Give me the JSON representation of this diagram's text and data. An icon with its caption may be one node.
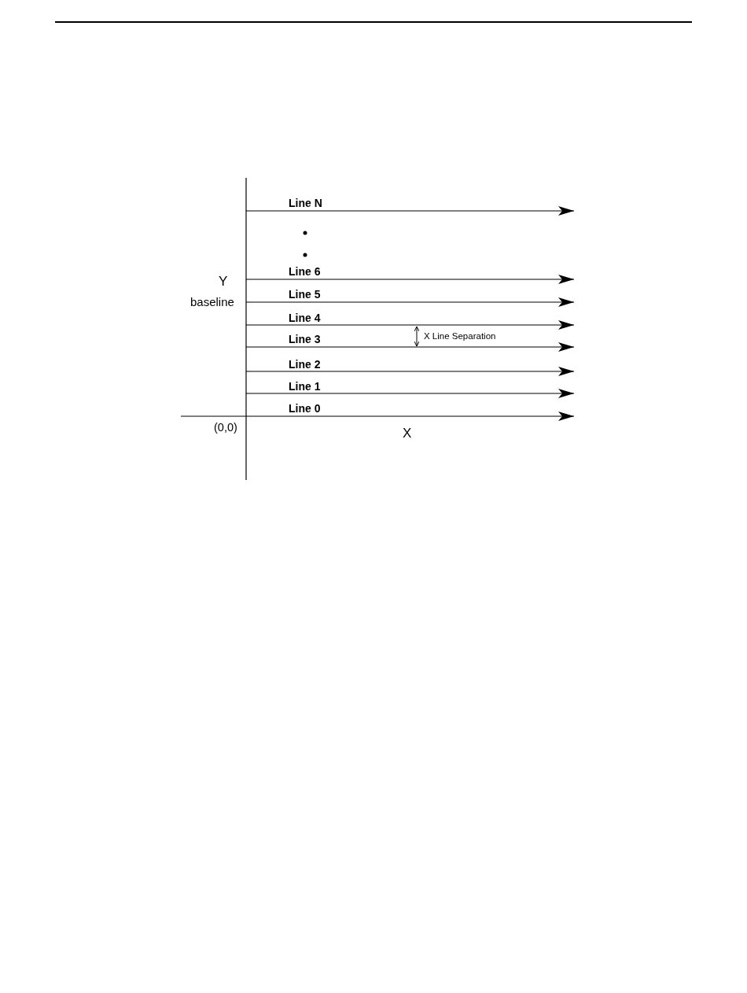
{
  "diagram": {
    "labels": [
      "Line N",
      "Line 6",
      "Y",
      "Line 5",
      "baseline",
      "Line 4",
      "Line 3",
      "X Line Separation",
      "Line 2",
      "Line 1",
      "Line 0",
      "(0,0)",
      "X"
    ]
  }
}
